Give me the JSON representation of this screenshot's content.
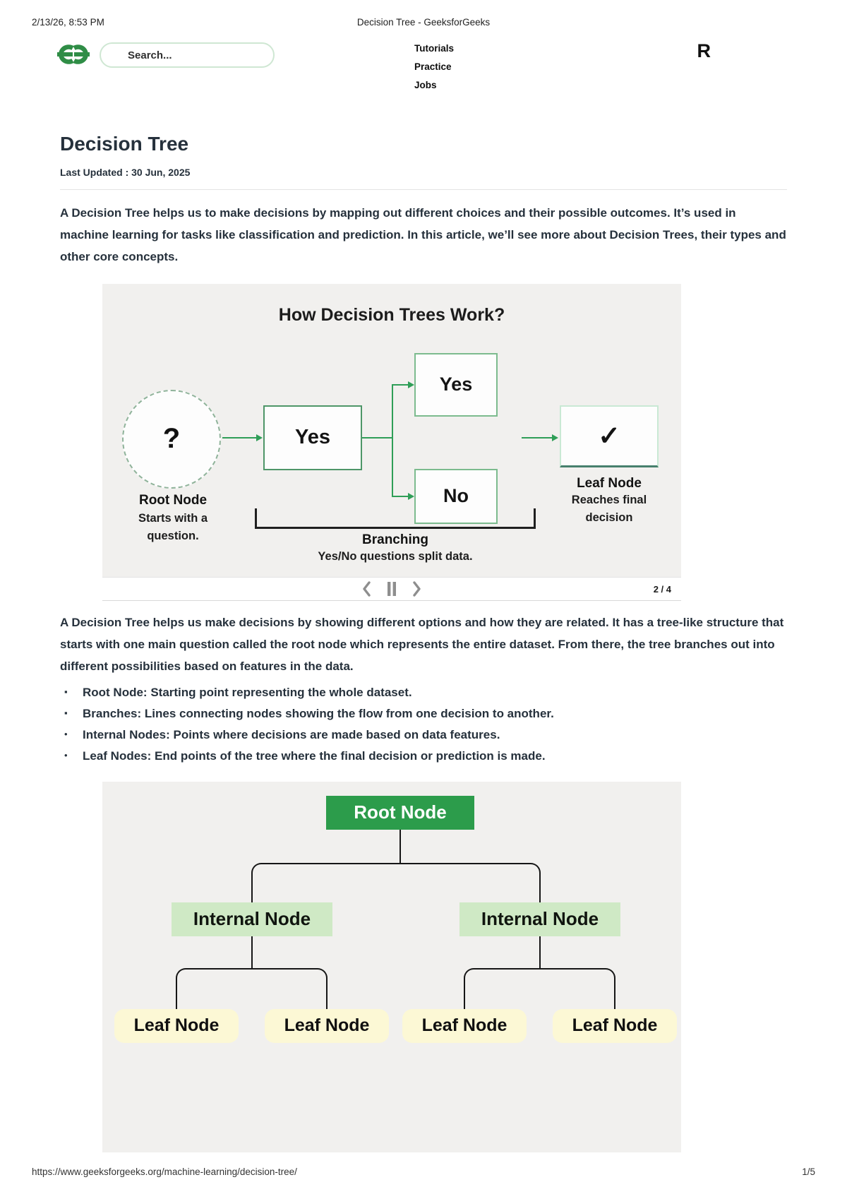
{
  "print_header": {
    "timestamp": "2/13/26, 8:53 PM",
    "title": "Decision Tree - GeeksforGeeks"
  },
  "site_header": {
    "search": {
      "placeholder": "Search..."
    },
    "nav": [
      {
        "label": "Tutorials"
      },
      {
        "label": "Practice"
      },
      {
        "label": "Jobs"
      }
    ],
    "avatar_initial": "R"
  },
  "article": {
    "title": "Decision Tree",
    "last_updated": "Last Updated : 30 Jun, 2025",
    "intro": "A Decision Tree helps us to make decisions by mapping out different choices and their possible outcomes. It’s used in machine learning for tasks like classification and prediction. In this article, we’ll see more about Decision Trees, their types and other core concepts.",
    "figure_carousel": {
      "title": "How Decision Trees Work?",
      "root_symbol": "?",
      "root_label": "Root Node",
      "root_caption": "Starts with a question.",
      "decision_box": "Yes",
      "branch_yes": "Yes",
      "branch_no": "No",
      "branching_label": "Branching",
      "branching_caption": "Yes/No questions split data.",
      "leaf_symbol": "✓",
      "leaf_label": "Leaf Node",
      "leaf_caption_line1": "Reaches final",
      "leaf_caption_line2": "decision",
      "slide_indicator": "2 / 4"
    },
    "body": "A Decision Tree helps us make decisions by showing different options and how they are related. It has a tree-like structure that starts with one main question called the root node which represents the entire dataset. From there, the tree branches out into different possibilities based on features in the data.",
    "bullets": [
      {
        "marker": "▪",
        "term": "Root Node:",
        "desc": "Starting point representing the whole dataset."
      },
      {
        "marker": "▪",
        "term": "Branches:",
        "desc": "Lines connecting nodes showing the flow from one decision to another."
      },
      {
        "marker": "•",
        "term": "Internal Nodes:",
        "desc": "Points where decisions are made based on data features."
      },
      {
        "marker": "•",
        "term": "Leaf Nodes:",
        "desc": "End points of the tree where the final decision or prediction is made."
      }
    ],
    "tree_figure": {
      "root": "Root Node",
      "internal_left": "Internal Node",
      "internal_right": "Internal Node",
      "leaves": [
        "Leaf Node",
        "Leaf Node",
        "Leaf Node",
        "Leaf Node"
      ]
    }
  },
  "print_footer": {
    "url": "https://www.geeksforgeeks.org/machine-learning/decision-tree/",
    "page": "1/5"
  },
  "colors": {
    "brand_green": "#2f8d46",
    "figure_bg": "#f1f0ee",
    "root_node_green": "#2c9c4b",
    "internal_node_green": "#cfe9c5",
    "leaf_node_yellow": "#fcf8d5",
    "arrow_green": "#2f9e57"
  }
}
